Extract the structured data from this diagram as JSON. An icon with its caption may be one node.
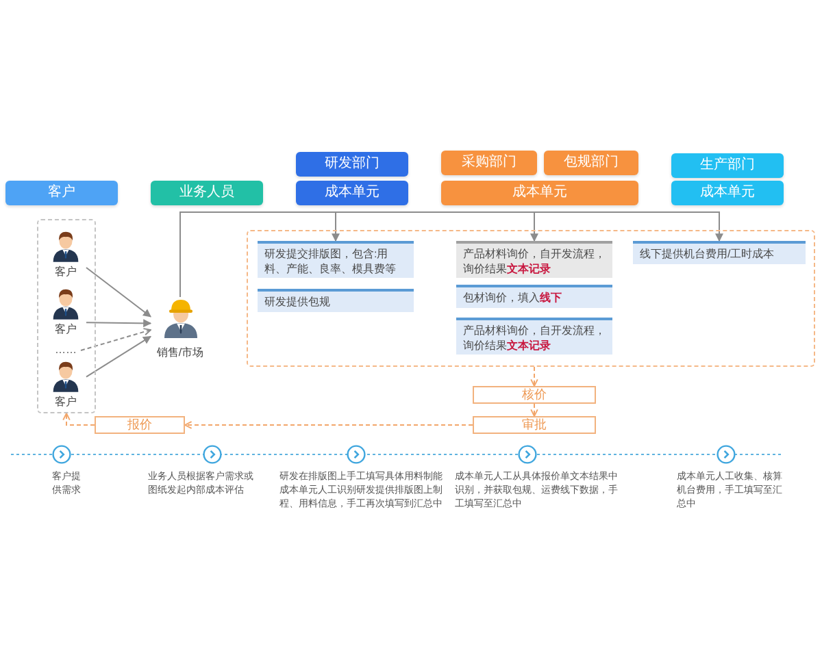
{
  "diagram": {
    "nodes": [
      {
        "text": [
          "客户"
        ]
      },
      {
        "text": [
          "业务人员"
        ]
      },
      {
        "text": [
          "研发部门"
        ]
      },
      {
        "text": [
          "成本单元"
        ]
      },
      {
        "text": [
          "采购部门"
        ]
      },
      {
        "text": [
          "包规部门"
        ]
      },
      {
        "text": [
          "成本单元"
        ]
      },
      {
        "text": [
          "生产部门"
        ]
      },
      {
        "text": [
          "成本单元"
        ]
      },
      {
        "text": [],
        "shape": "box"
      },
      {
        "text": [
          "客户"
        ],
        "in": 9
      },
      {
        "text": [
          "客户"
        ],
        "in": 9
      },
      {
        "text": [
          "……"
        ],
        "in": 9
      },
      {
        "text": [
          "客户"
        ],
        "in": 9
      },
      {
        "text": [
          "销售/市场"
        ]
      },
      {
        "text": [],
        "shape": "box"
      },
      {
        "text": [
          "研发提交排版图，包含:用料、产能、良率、模具费等"
        ],
        "in": 15
      },
      {
        "text": [
          "研发提供包规"
        ],
        "in": 15
      },
      {
        "text": [
          "产品材料询价，自开发流程，询价结果**文本记录**"
        ],
        "in": 15
      },
      {
        "text": [
          "包材询价，填入**线下**"
        ],
        "in": 15
      },
      {
        "text": [
          "产品材料询价，自开发流程，询价结果**文本记录**"
        ],
        "in": 15
      },
      {
        "text": [
          "线下提供机台费用/工时成本"
        ],
        "in": 15
      },
      {
        "text": [
          "核价"
        ]
      },
      {
        "text": [
          "审批"
        ]
      },
      {
        "text": [
          "报价"
        ]
      }
    ],
    "edges": [
      {
        "from": 10,
        "to": 14,
        "arrow": "to"
      },
      {
        "from": 11,
        "to": 14,
        "arrow": "to"
      },
      {
        "from": 12,
        "to": 14,
        "arrow": "to",
        "style": "dashed"
      },
      {
        "from": 13,
        "to": 14,
        "arrow": "to"
      },
      {
        "from": 14,
        "to": 16,
        "arrow": "to"
      },
      {
        "from": 14,
        "to": 18,
        "arrow": "to"
      },
      {
        "from": 14,
        "to": 21,
        "arrow": "to"
      },
      {
        "from": 15,
        "to": 22,
        "arrow": "to",
        "style": "dashed",
        "color": "#f2a66a"
      },
      {
        "from": 22,
        "to": 23,
        "arrow": "to",
        "style": "dashed",
        "color": "#f2a66a"
      },
      {
        "from": 23,
        "to": 24,
        "arrow": "to",
        "style": "dashed",
        "color": "#f2a66a"
      },
      {
        "from": 24,
        "to": 9,
        "arrow": "to",
        "style": "dashed",
        "color": "#f2a66a"
      }
    ],
    "labels": [
      "客户提供需求",
      "业务人员根据客户需求或图纸发起内部成本评估",
      "研发在排版图上手工填写具体用料制能成本单元人工识别研发提供排版图上制程、用料信息，手工再次填写到汇总中",
      "成本单元人工从具体报价单文本结果中识别，并获取包规、运费线下数据，手工填写至汇总中",
      "成本单元人工收集、核算机台费用，手工填写至汇总中"
    ]
  }
}
